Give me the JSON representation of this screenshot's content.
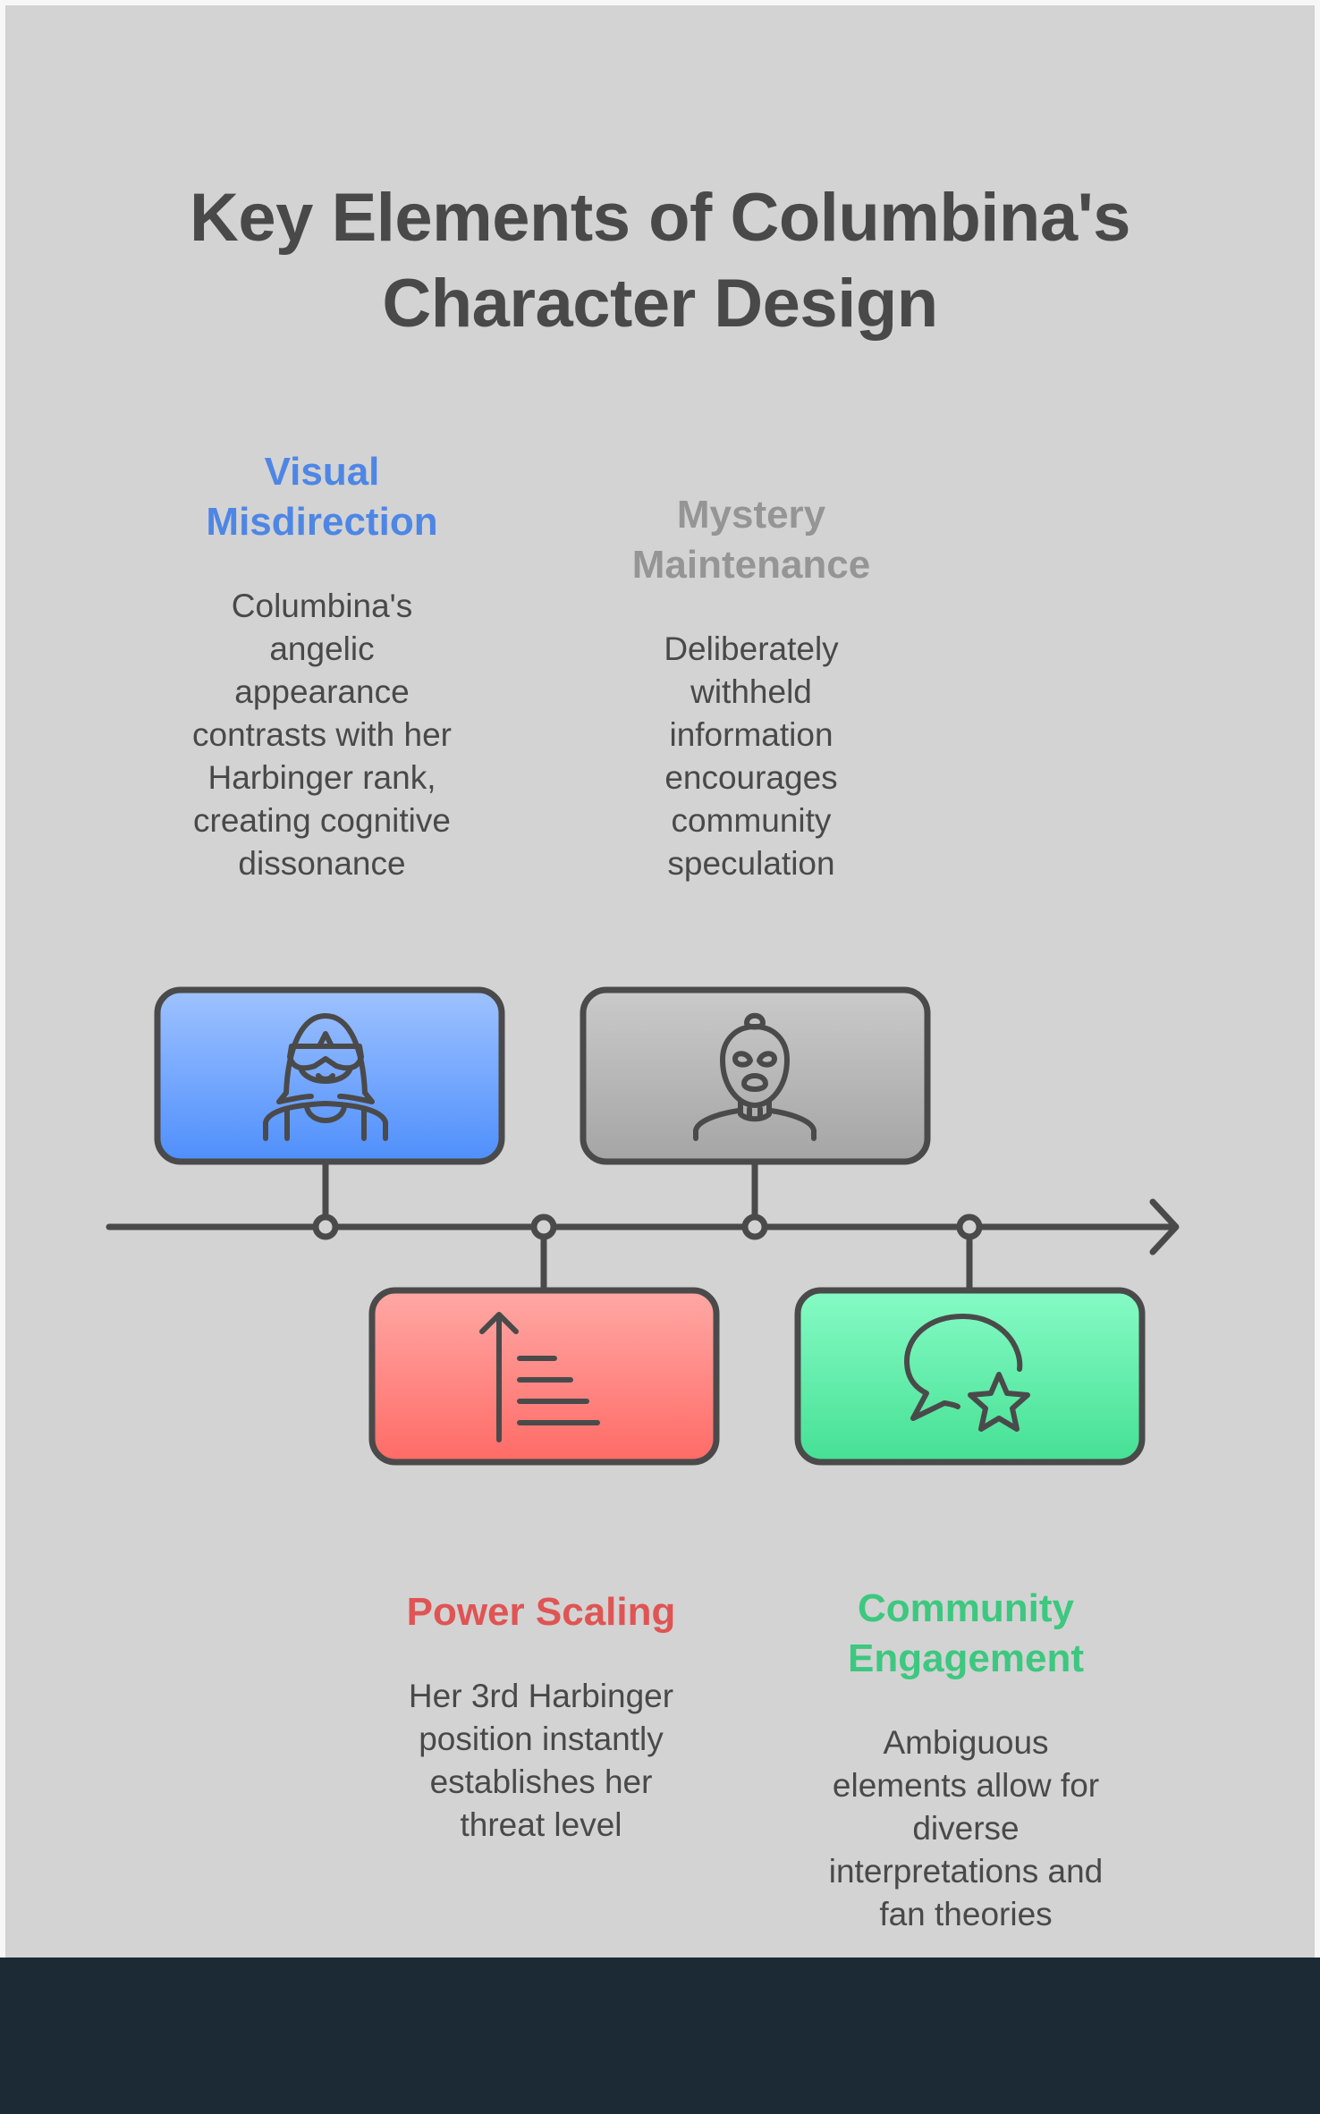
{
  "title": {
    "lines": [
      "Key Elements of Columbina's",
      "Character Design"
    ]
  },
  "colors": {
    "stroke": "#4a4a4a",
    "text": "#494949",
    "panel": "#d3d3d3",
    "footer": "#1b2a35"
  },
  "timeline": {
    "direction": "left-to-right",
    "arrow": "right-arrow"
  },
  "items": [
    {
      "heading_lines": [
        "Visual",
        "Misdirection"
      ],
      "description_lines": [
        "Columbina's",
        "angelic",
        "appearance",
        "contrasts with her",
        "Harbinger rank,",
        "creating cognitive",
        "dissonance"
      ],
      "icon": "veiled-woman-icon",
      "position": "above",
      "heading_color": "#4e86e5",
      "box_gradient": [
        "#9ec2ff",
        "#4f8ffc"
      ]
    },
    {
      "heading_lines": [
        "Power Scaling"
      ],
      "description_lines": [
        "Her 3rd Harbinger",
        "position instantly",
        "establishes her",
        "threat level"
      ],
      "icon": "sort-ascending-icon",
      "position": "below",
      "heading_color": "#e05454",
      "box_gradient": [
        "#ffa8a5",
        "#ff6b66"
      ]
    },
    {
      "heading_lines": [
        "Mystery",
        "Maintenance"
      ],
      "description_lines": [
        "Deliberately",
        "withheld",
        "information",
        "encourages",
        "community",
        "speculation"
      ],
      "icon": "masked-person-icon",
      "position": "above",
      "heading_color": "#959595",
      "box_gradient": [
        "#cacaca",
        "#a5a5a5"
      ]
    },
    {
      "heading_lines": [
        "Community",
        "Engagement"
      ],
      "description_lines": [
        "Ambiguous",
        "elements allow for",
        "diverse",
        "interpretations and",
        "fan theories"
      ],
      "icon": "chat-star-icon",
      "position": "below",
      "heading_color": "#3cc87f",
      "box_gradient": [
        "#86fbc5",
        "#45e094"
      ]
    }
  ]
}
